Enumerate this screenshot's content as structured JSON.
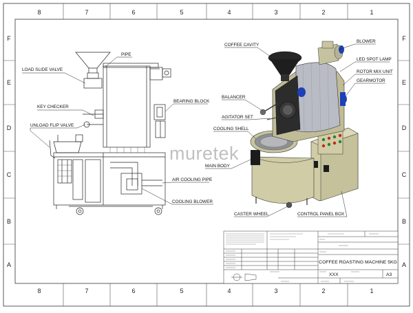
{
  "frame": {
    "columns": [
      "8",
      "7",
      "6",
      "5",
      "4",
      "3",
      "2",
      "1"
    ],
    "rows": [
      "F",
      "E",
      "D",
      "C",
      "B",
      "A"
    ]
  },
  "watermark": "muretek",
  "callouts": {
    "pipe": "PIPE",
    "load_slide_valve": "LOAD SLIDE VALVE",
    "key_checker": "KEY CHECKER",
    "unload_flip_valve": "UNLOAD FLIP VALVE",
    "bearing_block": "BEARING BLOCK",
    "air_cooling_pipe": "AIR COOLING PIPE",
    "cooling_blower": "COOLING BLOWER",
    "coffee_cavity": "COFFEE CAVITY",
    "blower": "BLOWER",
    "led_spot_lamp": "LED SPOT LAMP",
    "rotor_mix_unit": "ROTOR MIX UNIT",
    "gearmotor": "GEARMOTOR",
    "balancer": "BALANCER",
    "agitator_set": "AGITATOR SET",
    "cooling_shell": "COOLING SHELL",
    "main_body": "MAIN BODY",
    "caster_wheel": "CASTER WHEEL",
    "control_panel_box": "CONTROL PANEL BOX"
  },
  "title_block": {
    "title": "COFFEE ROASTING MACHINE 5KG",
    "dwg_no": "XXX",
    "size": "A3"
  },
  "colors": {
    "body": "#cfcca6",
    "drum": "#b9bcc4",
    "accent_blue": "#1d3fb8",
    "line": "#222222"
  }
}
